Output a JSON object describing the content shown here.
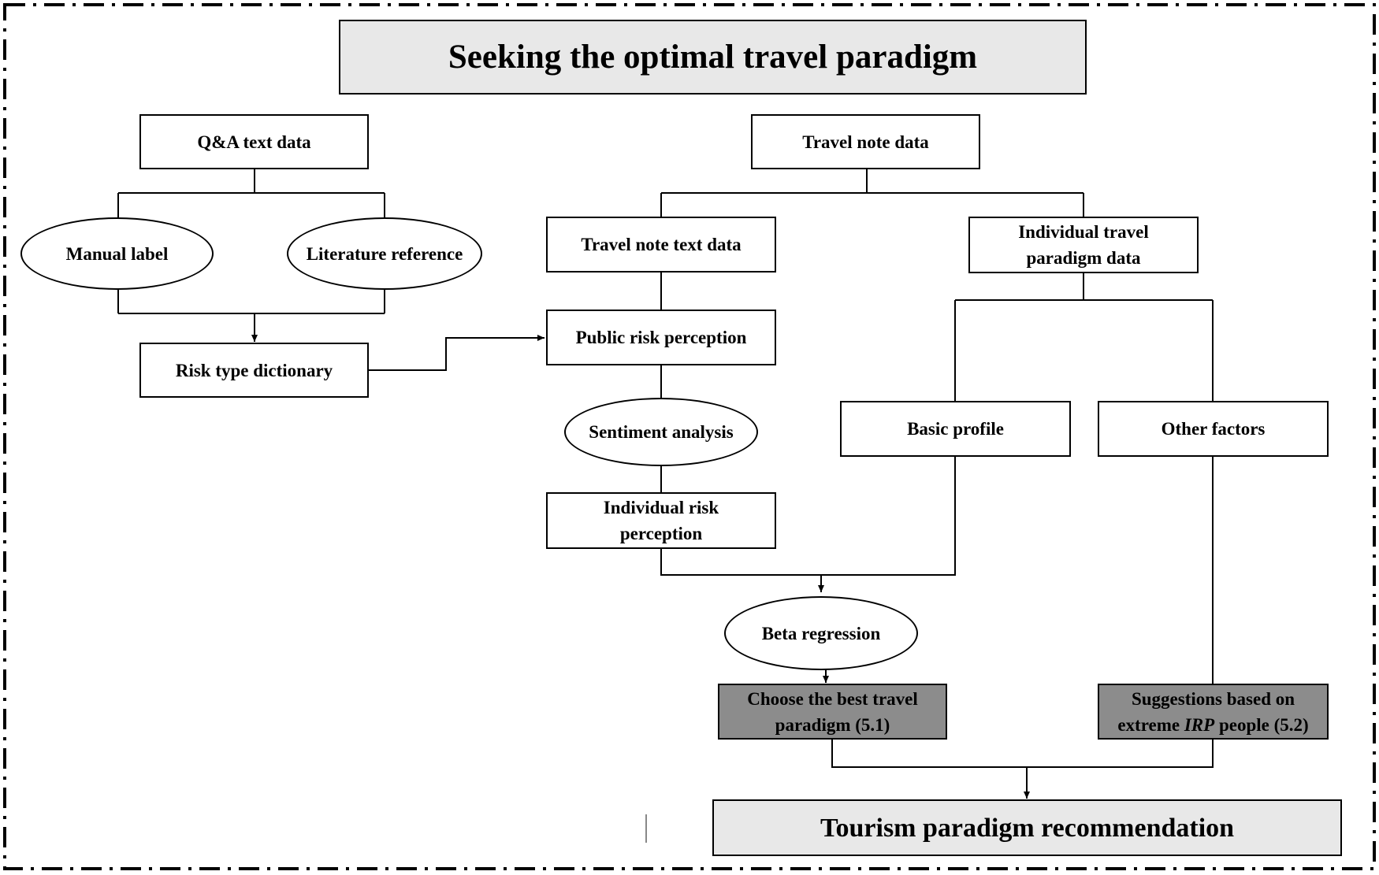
{
  "title": "Seeking the optimal travel paradigm",
  "nodes": {
    "qa_text": "Q&A text data",
    "manual_label": "Manual label",
    "literature_reference": "Literature reference",
    "risk_dictionary": "Risk type dictionary",
    "travel_note": "Travel note data",
    "travel_note_text": "Travel note text data",
    "individual_travel_line1": "Individual travel",
    "individual_travel_line2": "paradigm data",
    "public_risk": "Public risk perception",
    "sentiment": "Sentiment analysis",
    "individual_risk_line1": "Individual risk",
    "individual_risk_line2": "perception",
    "basic_profile": "Basic profile",
    "other_factors": "Other factors",
    "beta_regression": "Beta regression",
    "choose_best_line1": "Choose the best travel",
    "choose_best_line2": "paradigm (5.1)",
    "suggestions_line1": "Suggestions based on",
    "suggestions_line2a": "extreme ",
    "suggestions_line2b": "IRP",
    "suggestions_line2c": " people (5.2)",
    "recommendation": "Tourism paradigm recommendation"
  }
}
